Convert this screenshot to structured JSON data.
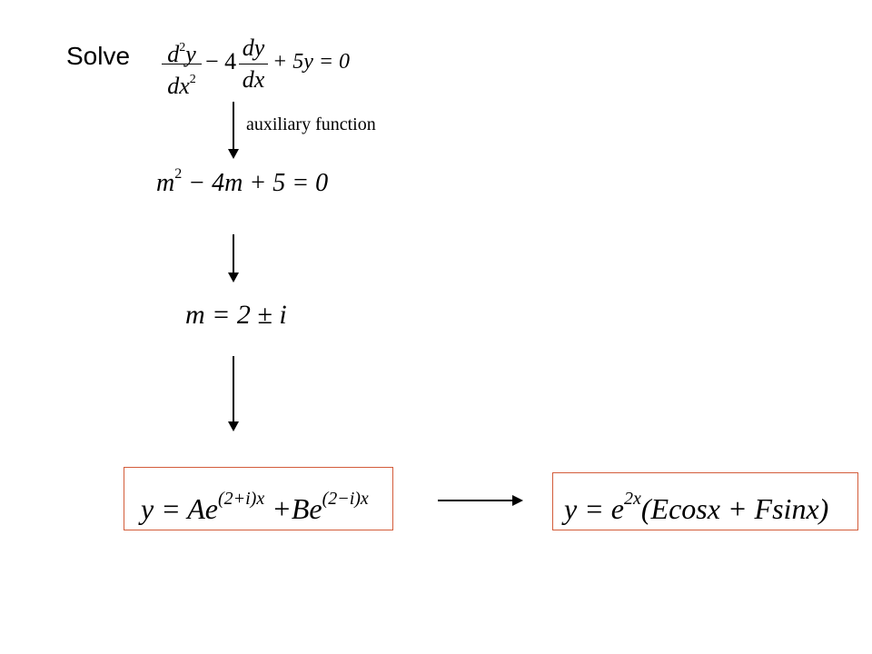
{
  "slide": {
    "solve_label": "Solve",
    "equation": {
      "d2y_num_d": "d",
      "d2y_num_exp": "2",
      "d2y_num_y": "y",
      "d2y_den": "dx",
      "d2y_den_exp": "2",
      "minus_four": "− 4",
      "dy_num": "dy",
      "dy_den": "dx",
      "tail": "+ 5y = 0"
    },
    "step1_caption": "auxiliary function",
    "auxiliary_equation": {
      "m": "m",
      "exp": "2",
      "rest": " − 4m + 5 = 0"
    },
    "roots": "m = 2 ± i",
    "general_solution": {
      "lhs": "y = Ae",
      "exp1": "(2+i)x",
      "mid": " +Be",
      "exp2": "(2−i)x"
    },
    "real_solution": {
      "lhs": "y = e",
      "exp": "2x",
      "rest": "(Ecosx + Fsinx)"
    },
    "colors": {
      "box_border": "#d35c3a",
      "arrow": "#000000",
      "text": "#000000",
      "background": "#ffffff"
    }
  }
}
